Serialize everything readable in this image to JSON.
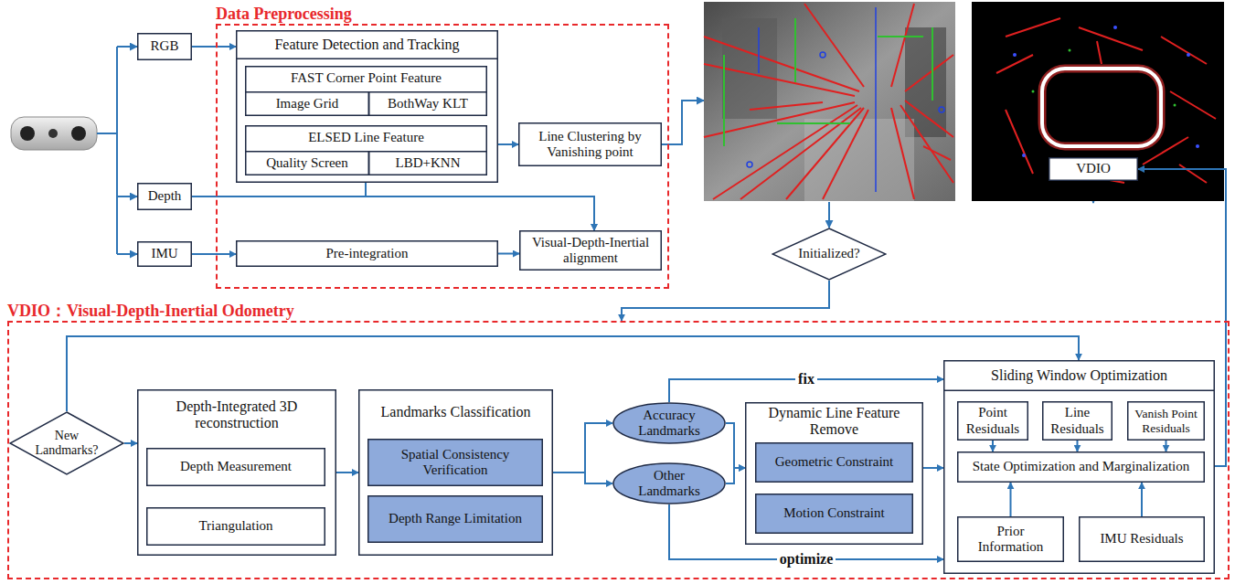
{
  "diagram": {
    "nodes": [
      {
        "text": [
          "Data Preprocessing"
        ]
      },
      {
        "text": [
          "RGB"
        ]
      },
      {
        "text": [
          "Depth"
        ]
      },
      {
        "text": [
          "IMU"
        ]
      },
      {
        "text": [
          "Feature Detection and Tracking"
        ],
        "in": 0
      },
      {
        "text": [
          "FAST Corner Point Feature"
        ],
        "in": 4
      },
      {
        "text": [
          "Image Grid"
        ],
        "in": 5
      },
      {
        "text": [
          "BothWay KLT"
        ],
        "in": 5
      },
      {
        "text": [
          "ELSED Line Feature"
        ],
        "in": 4
      },
      {
        "text": [
          "Quality Screen"
        ],
        "in": 8
      },
      {
        "text": [
          "LBD+KNN"
        ],
        "in": 8
      },
      {
        "text": [
          "Line Clustering by Vanishing point"
        ],
        "in": 0
      },
      {
        "text": [
          "Pre-integration"
        ],
        "in": 0
      },
      {
        "text": [
          "Visual-Depth-Inertial alignment"
        ],
        "in": 0
      },
      {
        "text": [
          "Initialized?"
        ]
      },
      {
        "text": [
          "VDIO"
        ]
      },
      {
        "text": [
          "VDIO：Visual-Depth-Inertial Odometry"
        ]
      },
      {
        "text": [
          "New Landmarks?"
        ],
        "in": 16
      },
      {
        "text": [
          "Depth-Integrated 3D reconstruction"
        ],
        "in": 16
      },
      {
        "text": [
          "Depth Measurement"
        ],
        "in": 18
      },
      {
        "text": [
          "Triangulation"
        ],
        "in": 18
      },
      {
        "text": [
          "Landmarks Classification"
        ],
        "in": 16
      },
      {
        "text": [
          "Spatial Consistency Verification"
        ],
        "in": 21
      },
      {
        "text": [
          "Depth Range Limitation"
        ],
        "in": 21
      },
      {
        "text": [
          "Accuracy Landmarks"
        ],
        "in": 16
      },
      {
        "text": [
          "Other Landmarks"
        ],
        "in": 16
      },
      {
        "text": [
          "Dynamic Line Feature Remove"
        ],
        "in": 16
      },
      {
        "text": [
          "Geometric Constraint"
        ],
        "in": 26
      },
      {
        "text": [
          "Motion Constraint"
        ],
        "in": 26
      },
      {
        "text": [
          "Sliding Window Optimization"
        ],
        "in": 16
      },
      {
        "text": [
          "Point Residuals"
        ],
        "in": 29
      },
      {
        "text": [
          "Line Residuals"
        ],
        "in": 29
      },
      {
        "text": [
          "Vanish Point Residuals"
        ],
        "in": 29
      },
      {
        "text": [
          "State Optimization and Marginalization"
        ],
        "in": 29
      },
      {
        "text": [
          "Prior Information"
        ],
        "in": 29
      },
      {
        "text": [
          "IMU Residuals"
        ],
        "in": 29
      }
    ],
    "edges": [
      {
        "from": 1,
        "to": 4,
        "arrow": "to"
      },
      {
        "from": 2,
        "to": 13,
        "arrow": "to"
      },
      {
        "from": 4,
        "to": 13,
        "arrow": "to"
      },
      {
        "from": 3,
        "to": 12,
        "arrow": "to"
      },
      {
        "from": 12,
        "to": 13,
        "arrow": "to"
      },
      {
        "from": 4,
        "to": 11,
        "arrow": "to"
      },
      {
        "from": 14,
        "to": 16,
        "arrow": "to"
      },
      {
        "from": 17,
        "to": 18,
        "arrow": "to"
      },
      {
        "from": 17,
        "to": 29,
        "arrow": "to"
      },
      {
        "from": 18,
        "to": 21,
        "arrow": "to"
      },
      {
        "from": 21,
        "to": 24,
        "arrow": "to"
      },
      {
        "from": 21,
        "to": 25,
        "arrow": "to"
      },
      {
        "from": 24,
        "to": 29,
        "label": "fix",
        "arrow": "to"
      },
      {
        "from": 25,
        "to": 29,
        "label": "optimize",
        "arrow": "to"
      },
      {
        "from": 24,
        "to": 26,
        "arrow": "to"
      },
      {
        "from": 25,
        "to": 26,
        "arrow": "to"
      },
      {
        "from": 26,
        "to": 29,
        "arrow": "to"
      },
      {
        "from": 30,
        "to": 33,
        "arrow": "to"
      },
      {
        "from": 31,
        "to": 33,
        "arrow": "to"
      },
      {
        "from": 32,
        "to": 33,
        "arrow": "to"
      },
      {
        "from": 34,
        "to": 33,
        "arrow": "to"
      },
      {
        "from": 35,
        "to": 33,
        "arrow": "to"
      },
      {
        "from": 29,
        "to": 15,
        "arrow": "to"
      }
    ]
  }
}
